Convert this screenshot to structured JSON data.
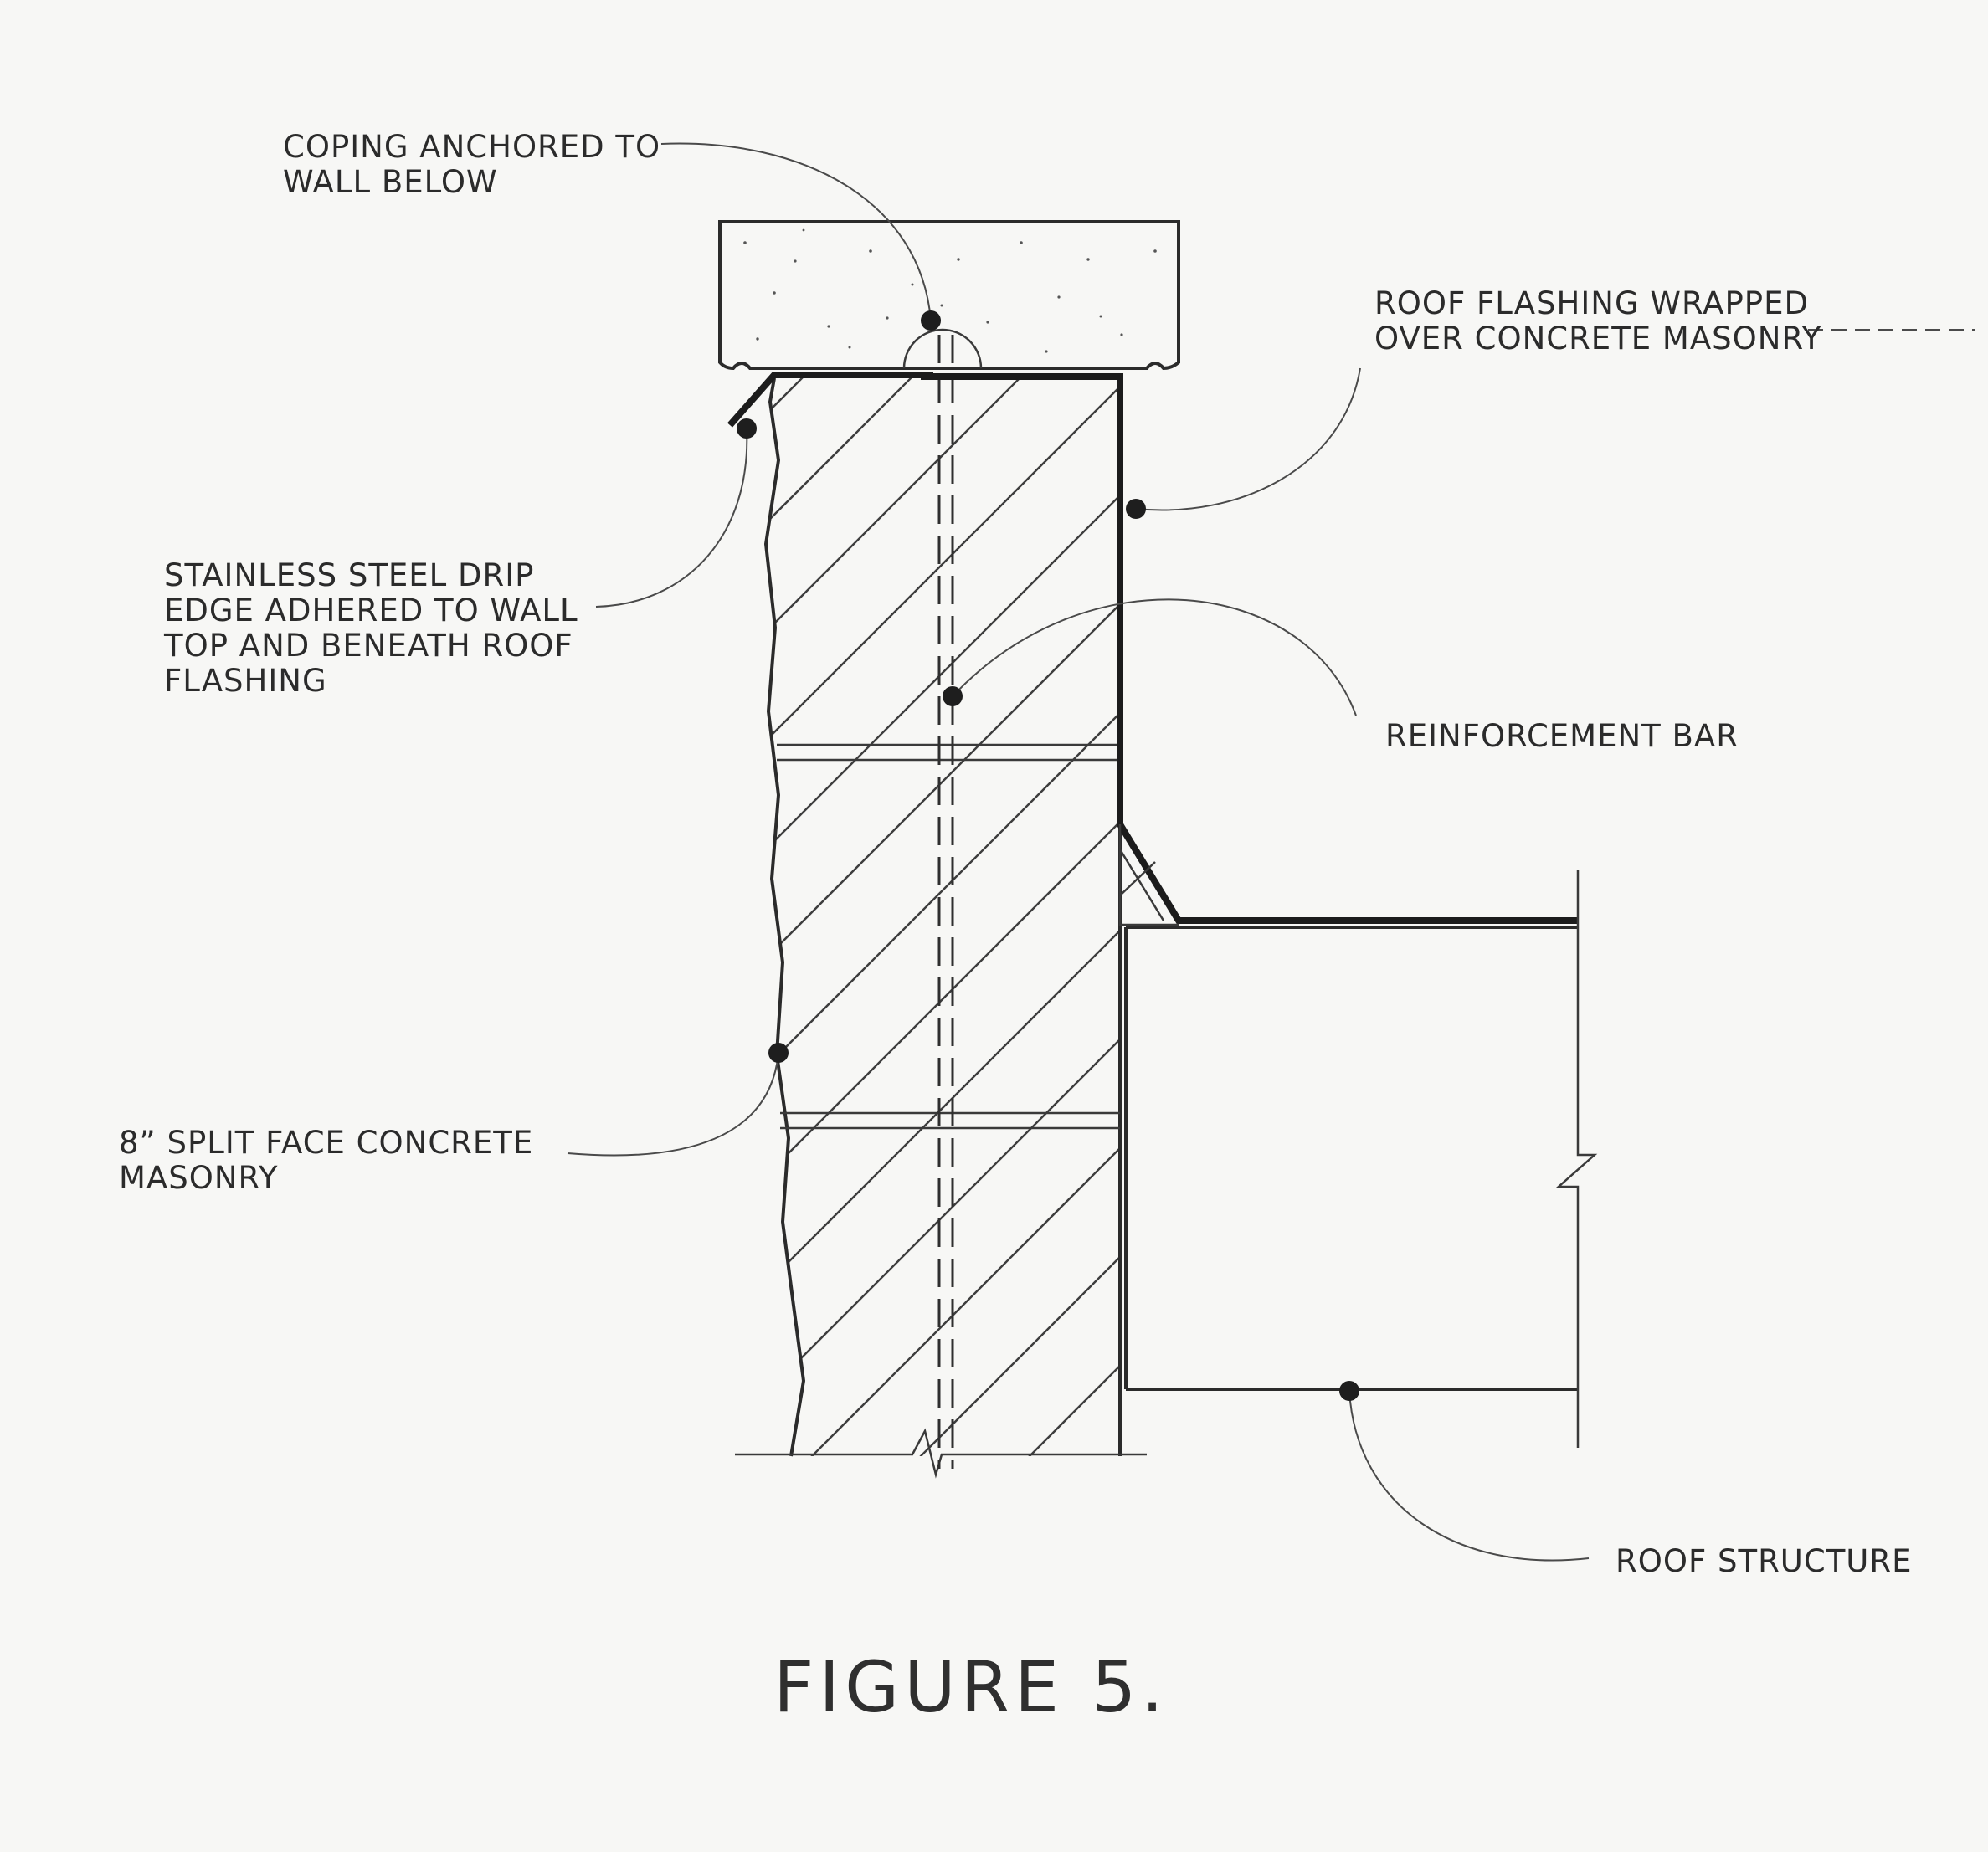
{
  "labels": {
    "coping": [
      "COPING ANCHORED TO",
      "WALL BELOW"
    ],
    "roof_flashing": [
      "ROOF FLASHING WRAPPED",
      "OVER CONCRETE MASONRY"
    ],
    "drip_edge": [
      "STAINLESS STEEL DRIP",
      "EDGE ADHERED TO WALL",
      "TOP AND BENEATH ROOF",
      "FLASHING"
    ],
    "reinforcement": [
      "REINFORCEMENT BAR"
    ],
    "masonry": [
      "8” SPLIT FACE CONCRETE",
      "MASONRY"
    ],
    "roof_structure": [
      "ROOF STRUCTURE"
    ]
  },
  "figure_title": "FIGURE 5."
}
